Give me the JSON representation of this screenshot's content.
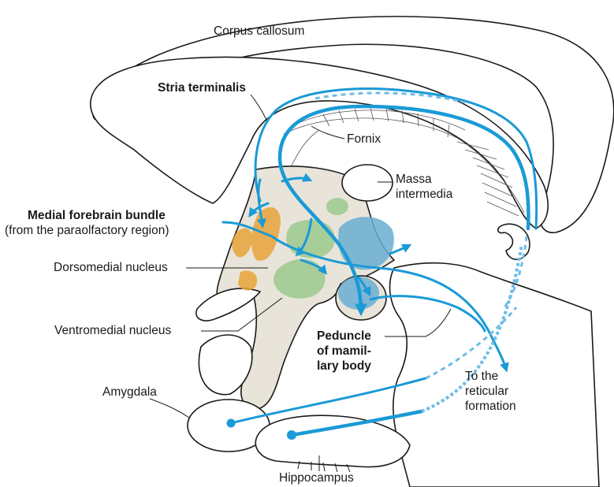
{
  "labels": {
    "corpus_callosum": "Corpus callosum",
    "stria_terminalis": "Stria terminalis",
    "fornix": "Fornix",
    "massa_intermedia_1": "Massa",
    "massa_intermedia_2": "intermedia",
    "mfb_1": "Medial forebrain bundle",
    "mfb_2": "(from the paraolfactory region)",
    "dorsomedial": "Dorsomedial nucleus",
    "ventromedial": "Ventromedial nucleus",
    "peduncle_1": "Peduncle",
    "peduncle_2": "of mamil-",
    "peduncle_3": "lary body",
    "reticular_1": "To the",
    "reticular_2": "reticular",
    "reticular_3": "formation",
    "amygdala": "Amygdala",
    "hippocampus": "Hippocampus"
  },
  "colors": {
    "pathway": "#1a9ad6",
    "pathway_dashed": "#6fbde6",
    "orange_nuclei": "#e8a43a",
    "green_nuclei": "#9cc98f",
    "blue_nucleus": "#6aaed3",
    "wall": "#e8e4d9"
  }
}
